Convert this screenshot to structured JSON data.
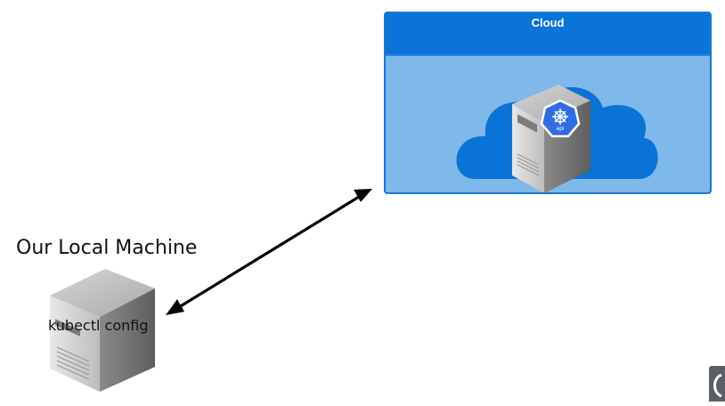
{
  "cloud": {
    "title": "Cloud",
    "api_server_badge": "api",
    "header_color": "#0b74d9",
    "body_color": "#7fb8ea",
    "cloud_shape_color": "#0b72d6"
  },
  "local_machine": {
    "title": "Our Local Machine",
    "server_label": "kubectl config"
  },
  "connection": {
    "type": "bidirectional-arrow",
    "color": "#000000"
  },
  "icons": [
    "cloud-icon",
    "server-icon",
    "kubernetes-logo-icon",
    "double-arrow-icon"
  ]
}
